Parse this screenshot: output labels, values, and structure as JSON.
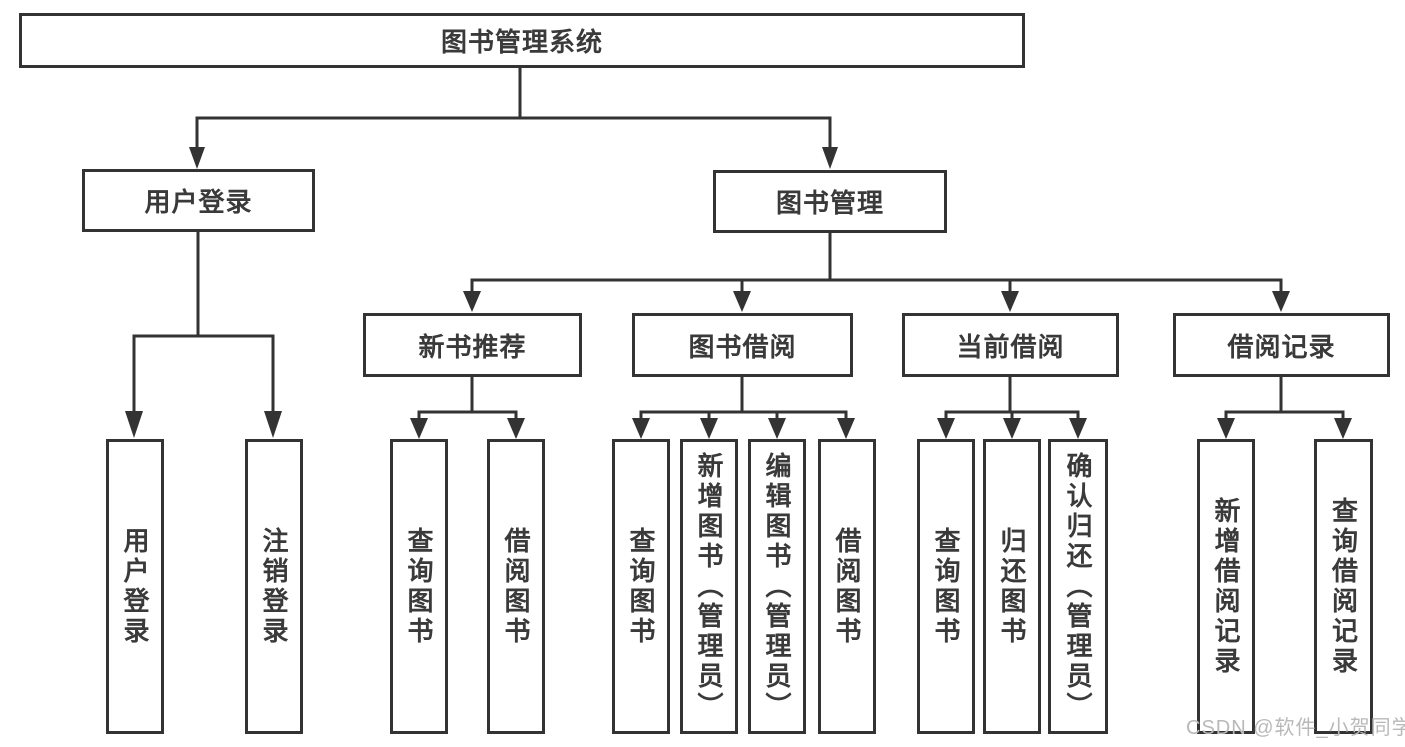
{
  "tree": {
    "root": {
      "label": "图书管理系统"
    },
    "level2": [
      {
        "label": "用户登录"
      },
      {
        "label": "图书管理"
      }
    ],
    "level3": [
      {
        "label": "新书推荐"
      },
      {
        "label": "图书借阅"
      },
      {
        "label": "当前借阅"
      },
      {
        "label": "借阅记录"
      }
    ],
    "leaf_groups": [
      {
        "parent": "用户登录",
        "items": [
          "用户登录",
          "注销登录"
        ]
      },
      {
        "parent": "新书推荐",
        "items": [
          "查询图书",
          "借阅图书"
        ]
      },
      {
        "parent": "图书借阅",
        "items": [
          "查询图书",
          "新增图书（管理员）",
          "编辑图书（管理员）",
          "借阅图书"
        ]
      },
      {
        "parent": "当前借阅",
        "items": [
          "查询图书",
          "归还图书",
          "确认归还（管理员）"
        ]
      },
      {
        "parent": "借阅记录",
        "items": [
          "新增借阅记录",
          "查询借阅记录"
        ]
      }
    ]
  },
  "watermark": {
    "text": "CSDN @软件_小贺同学",
    "color": "#b9b9b9"
  },
  "colors": {
    "line": "#333333",
    "text": "#3a3a3a",
    "background": "#ffffff"
  }
}
